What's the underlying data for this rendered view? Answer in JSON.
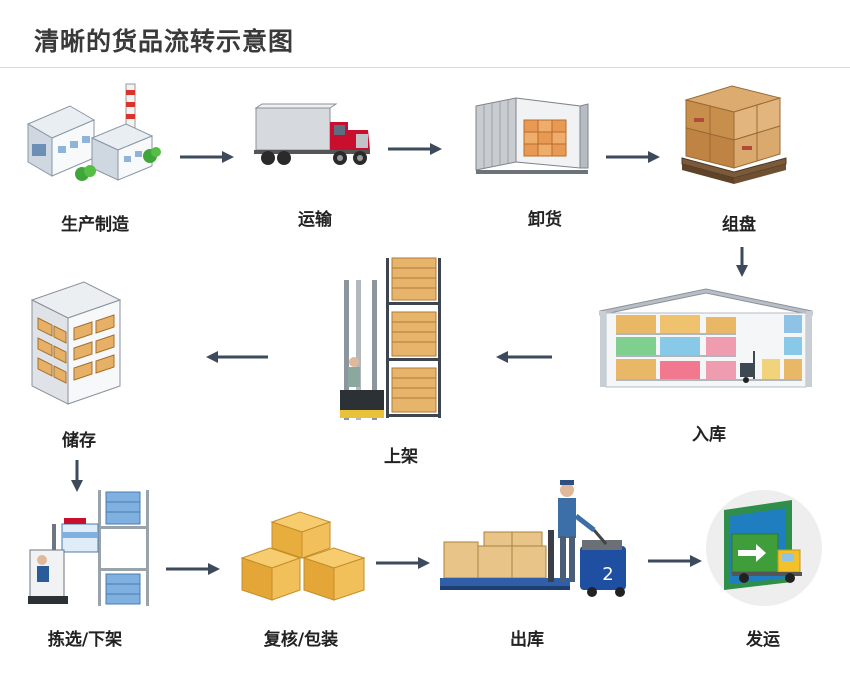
{
  "title": "清晰的货品流转示意图",
  "colors": {
    "arrow": "#3d4a5c",
    "title": "#3a3a3a",
    "box": "#e8b96a",
    "truck_red": "#c8102e"
  },
  "steps": [
    {
      "label": "生产制造",
      "icon": "factory-icon"
    },
    {
      "label": "运输",
      "icon": "truck-icon"
    },
    {
      "label": "卸货",
      "icon": "container-icon"
    },
    {
      "label": "组盘",
      "icon": "pallet-boxes-icon"
    },
    {
      "label": "入库",
      "icon": "warehouse-icon"
    },
    {
      "label": "上架",
      "icon": "forklift-rack-icon"
    },
    {
      "label": "储存",
      "icon": "storage-rack-icon"
    },
    {
      "label": "拣选/下架",
      "icon": "picking-icon"
    },
    {
      "label": "复核/包装",
      "icon": "packages-icon"
    },
    {
      "label": "出库",
      "icon": "pallet-jack-icon"
    },
    {
      "label": "发运",
      "icon": "delivery-icon"
    }
  ],
  "badge_number": "2"
}
